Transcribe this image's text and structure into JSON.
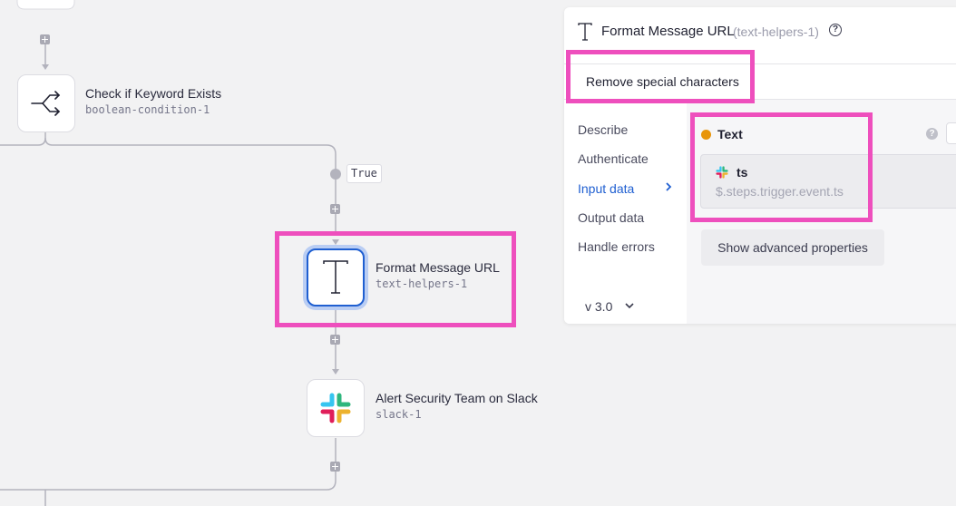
{
  "canvas": {
    "true_badge": "True",
    "nodes": [
      {
        "title": "Check if Keyword Exists",
        "subtitle": "boolean-condition-1",
        "icon": "branch-icon"
      },
      {
        "title": "Format Message URL",
        "subtitle": "text-helpers-1",
        "icon": "text-t-icon"
      },
      {
        "title": "Alert Security Team on Slack",
        "subtitle": "slack-1",
        "icon": "slack-icon"
      }
    ]
  },
  "panel": {
    "title": "Format Message URL",
    "step_id": "(text-helpers-1)",
    "help_icon": "?",
    "function_label": "Remove special characters",
    "sidebar": {
      "items": [
        "Describe",
        "Authenticate",
        "Input data",
        "Output data",
        "Handle errors"
      ],
      "active": "Input data",
      "version": "v 3.0"
    },
    "input": {
      "field_label": "Text",
      "field_status_color": "#e8950b",
      "help": "?",
      "value_label": "ts",
      "value_path": "$.steps.trigger.event.ts",
      "advanced_button": "Show advanced properties"
    }
  },
  "colors": {
    "accent": "#1f5fd1",
    "highlight": "#ee4fbd",
    "background": "#f2f2f3"
  }
}
